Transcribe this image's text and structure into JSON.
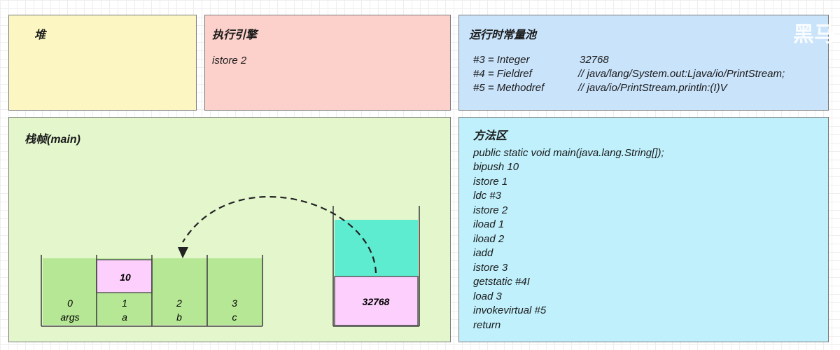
{
  "heap": {
    "title": "堆"
  },
  "engine": {
    "title": "执行引擎",
    "instruction": "istore 2"
  },
  "pool": {
    "title": "运行时常量池",
    "entries": [
      {
        "key": "#3 = Integer",
        "value": "32768"
      },
      {
        "key": "#4 = Fieldref",
        "value": "// java/lang/System.out:Ljava/io/PrintStream;"
      },
      {
        "key": "#5 = Methodref",
        "value": "// java/io/PrintStream.println:(I)V"
      }
    ]
  },
  "frame": {
    "title": "栈帧(main)",
    "locals": [
      {
        "index": "0",
        "name": "args",
        "value": ""
      },
      {
        "index": "1",
        "name": "a",
        "value": "10"
      },
      {
        "index": "2",
        "name": "b",
        "value": ""
      },
      {
        "index": "3",
        "name": "c",
        "value": ""
      }
    ],
    "operand_stack": {
      "top_value": "32768"
    }
  },
  "method": {
    "title": "方法区",
    "lines": [
      "public static void main(java.lang.String[]);",
      "bipush 10",
      "istore 1",
      "ldc #3",
      "istore 2",
      "iload 1",
      "iload 2",
      "iadd",
      "istore 3",
      "getstatic #4I",
      "load 3",
      "invokevirtual #5",
      "return"
    ]
  },
  "watermark": "黑马",
  "colors": {
    "heap": "#fbf6c2",
    "engine": "#fcd0cb",
    "pool": "#c9e3fb",
    "frame": "#e4f6cc",
    "method": "#bff0fc",
    "slot_fill": "#b5e795",
    "value_fill": "#fccffc",
    "stack_fill": "#5eecd0"
  }
}
